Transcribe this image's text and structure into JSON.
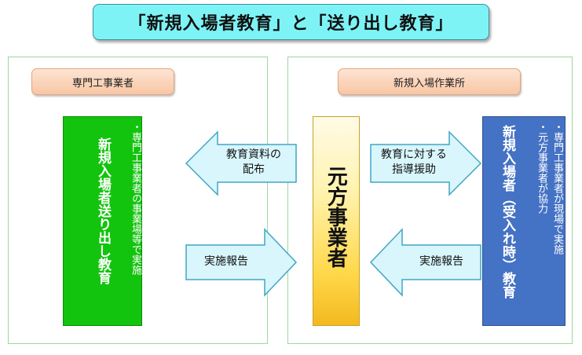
{
  "title": "「新規入場者教育」と「送り出し教育」",
  "left_panel": {
    "tag": "専門工事業者",
    "green_box": {
      "title": "新規入場者送り出し教育",
      "note": "・専門工事業者の事業場等で実施"
    }
  },
  "right_panel": {
    "tag": "新規入場作業所",
    "center_box": {
      "label": "元方事業者"
    },
    "blue_box": {
      "title": "新規入場者（受入れ時）教育",
      "note_1": "・専門工事業者が現場で実施",
      "note_2": "・元方事業者が協力"
    }
  },
  "arrows": {
    "distribute_line1": "教育資料の",
    "distribute_line2": "配布",
    "report_left": "実施報告",
    "guidance_line1": "教育に対する",
    "guidance_line2": "指導援助",
    "report_right": "実施報告"
  },
  "colors": {
    "title_bg": "#7ef3f6",
    "panel_border": "#9dd89a",
    "tag_bg": "#f8c6a4",
    "green_box": "#12c40d",
    "blue_box": "#4472c4",
    "gold_box": "#ffd84a",
    "arrow_fill": "#d8f6fb",
    "arrow_stroke": "#41a6c4"
  }
}
